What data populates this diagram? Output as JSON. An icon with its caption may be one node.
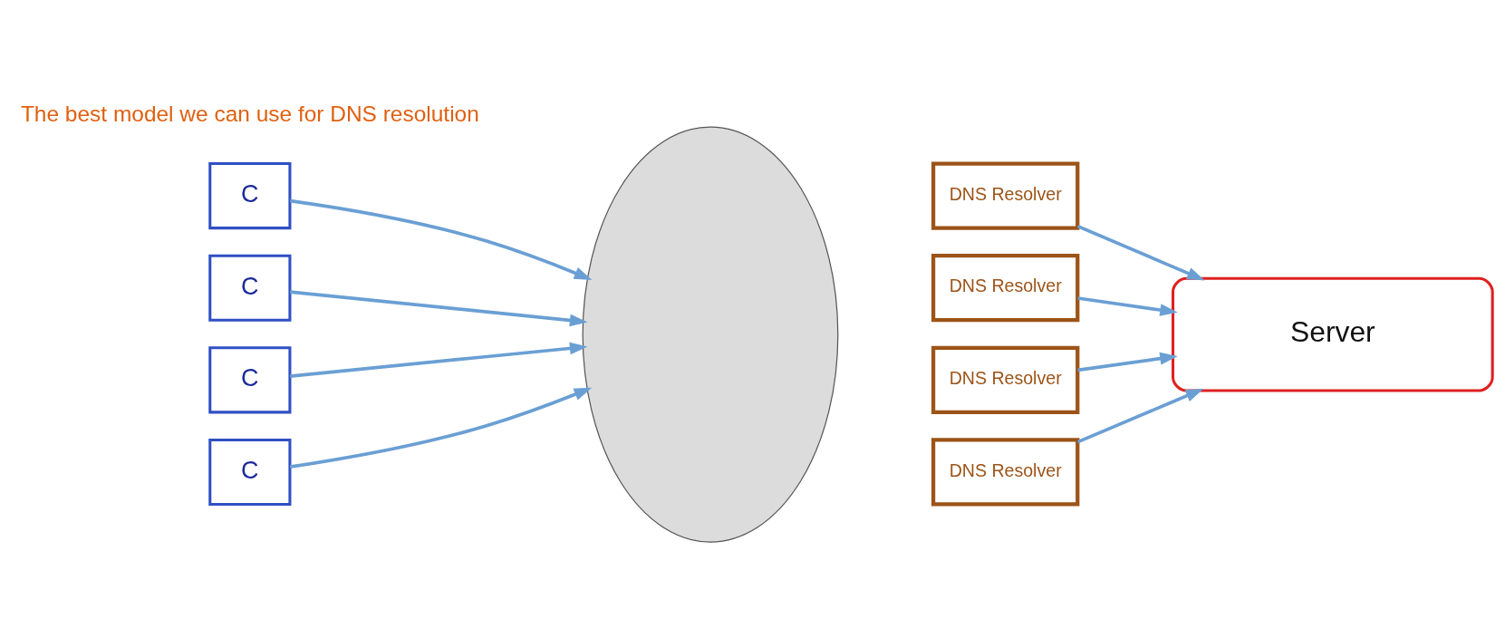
{
  "diagram": {
    "nodes": [
      {
        "text": [
          "C"
        ]
      },
      {
        "text": [
          "C"
        ]
      },
      {
        "text": [
          "C"
        ]
      },
      {
        "text": [
          "C"
        ]
      },
      {
        "text": [],
        "shape": "cloud"
      },
      {
        "text": [
          "DNS Resolver"
        ]
      },
      {
        "text": [
          "DNS Resolver"
        ]
      },
      {
        "text": [
          "DNS Resolver"
        ]
      },
      {
        "text": [
          "DNS Resolver"
        ]
      },
      {
        "text": [
          "Server"
        ]
      }
    ],
    "edges": [
      {
        "from": 0,
        "to": 4,
        "arrow": "to"
      },
      {
        "from": 1,
        "to": 4,
        "arrow": "to"
      },
      {
        "from": 2,
        "to": 4,
        "arrow": "to"
      },
      {
        "from": 3,
        "to": 4,
        "arrow": "to"
      },
      {
        "from": 5,
        "to": 9,
        "arrow": "to"
      },
      {
        "from": 6,
        "to": 9,
        "arrow": "to"
      },
      {
        "from": 7,
        "to": 9,
        "arrow": "to"
      },
      {
        "from": 8,
        "to": 9,
        "arrow": "to"
      }
    ],
    "labels": [
      "The best model we can use for DNS resolution"
    ]
  }
}
